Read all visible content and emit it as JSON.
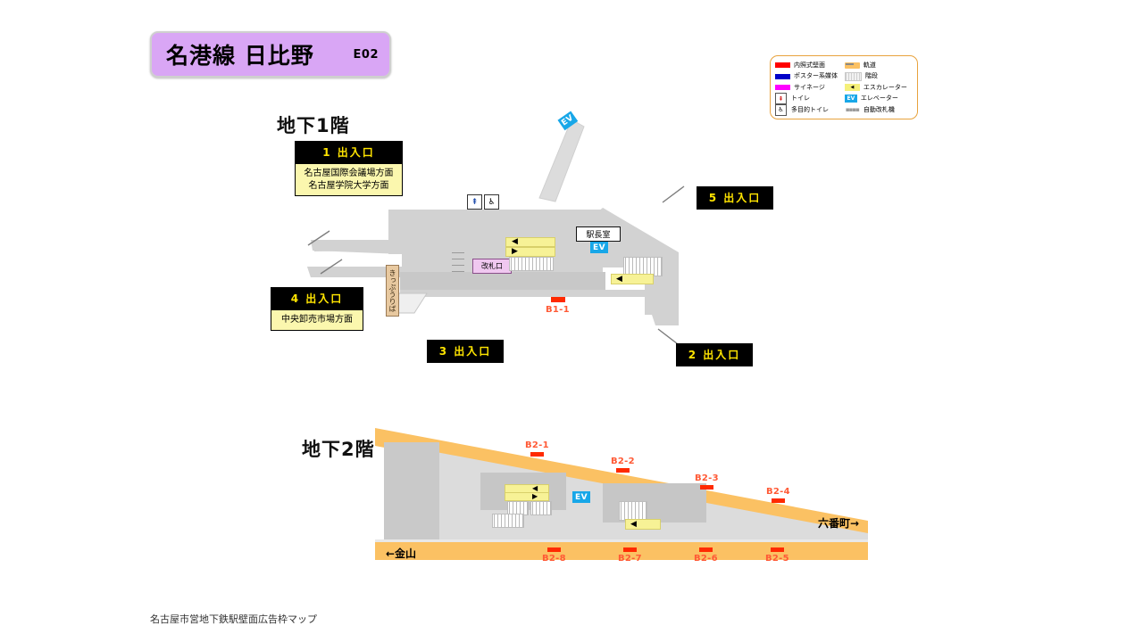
{
  "header": {
    "line_name": "名港線  日比野",
    "station_code": "E02"
  },
  "floors": {
    "b1_label": "地下1階",
    "b2_label": "地下2階"
  },
  "legend": {
    "left": [
      {
        "icon": "red-swatch",
        "label": "内照式壁面"
      },
      {
        "icon": "blue-swatch",
        "label": "ポスター系媒体"
      },
      {
        "icon": "magenta-swatch",
        "label": "サイネージ"
      },
      {
        "icon": "toilet-icon",
        "label": "トイレ"
      },
      {
        "icon": "accessible-toilet-icon",
        "label": "多目的トイレ"
      }
    ],
    "right": [
      {
        "icon": "track-icon",
        "label": "軌道"
      },
      {
        "icon": "stairs-icon",
        "label": "階段"
      },
      {
        "icon": "escalator-icon",
        "label": "エスカレーター"
      },
      {
        "icon": "elevator-icon",
        "label": "エレベーター"
      },
      {
        "icon": "ticket-gate-icon",
        "label": "自動改札機"
      }
    ],
    "elevator_text": "EV",
    "gate_glyph": "▪▪▪▪"
  },
  "exits": [
    {
      "id": "exit-1",
      "title": "1  出入口",
      "destinations": "名古屋国際会議場方面\n名古屋学院大学方面"
    },
    {
      "id": "exit-2",
      "title": "2  出入口",
      "destinations": ""
    },
    {
      "id": "exit-3",
      "title": "3  出入口",
      "destinations": ""
    },
    {
      "id": "exit-4",
      "title": "4  出入口",
      "destinations": "中央卸売市場方面"
    },
    {
      "id": "exit-5",
      "title": "5  出入口",
      "destinations": ""
    }
  ],
  "b1_features": {
    "stationmaster_office": "駅長室",
    "ticket_gate": "改札口",
    "ticket_counter": "きっぷうりば",
    "elevator": "EV",
    "toilet_glyph": "⇞",
    "accessible_glyph": "♿",
    "escalator_arrow_left": "◀",
    "escalator_arrow_right": "▶"
  },
  "b2_features": {
    "elevator": "EV",
    "direction_right": "六番町→",
    "direction_left": "←金山",
    "escalator_arrow_left": "◀",
    "escalator_arrow_right": "▶"
  },
  "ad_frames": {
    "b1": [
      {
        "id": "B1-1",
        "label": "B1-1"
      }
    ],
    "b2_upper": [
      {
        "id": "B2-1",
        "label": "B2-1"
      },
      {
        "id": "B2-2",
        "label": "B2-2"
      },
      {
        "id": "B2-3",
        "label": "B2-3"
      },
      {
        "id": "B2-4",
        "label": "B2-4"
      }
    ],
    "b2_lower": [
      {
        "id": "B2-8",
        "label": "B2-8"
      },
      {
        "id": "B2-7",
        "label": "B2-7"
      },
      {
        "id": "B2-6",
        "label": "B2-6"
      },
      {
        "id": "B2-5",
        "label": "B2-5"
      }
    ]
  },
  "footer": {
    "note": "名古屋市営地下鉄駅壁面広告枠マップ"
  },
  "colors": {
    "banner": "#d9a6f5",
    "ad_red": "#ff2a00",
    "ad_label": "#ff5a36",
    "track_orange": "#fbc163",
    "elevator_blue": "#18a7e8",
    "escalator_yellow": "#f7f296",
    "exit_yellow": "#ffe400",
    "exit_sub_bg": "#fbf7ae",
    "concourse_gray": "#d2d2d2"
  }
}
